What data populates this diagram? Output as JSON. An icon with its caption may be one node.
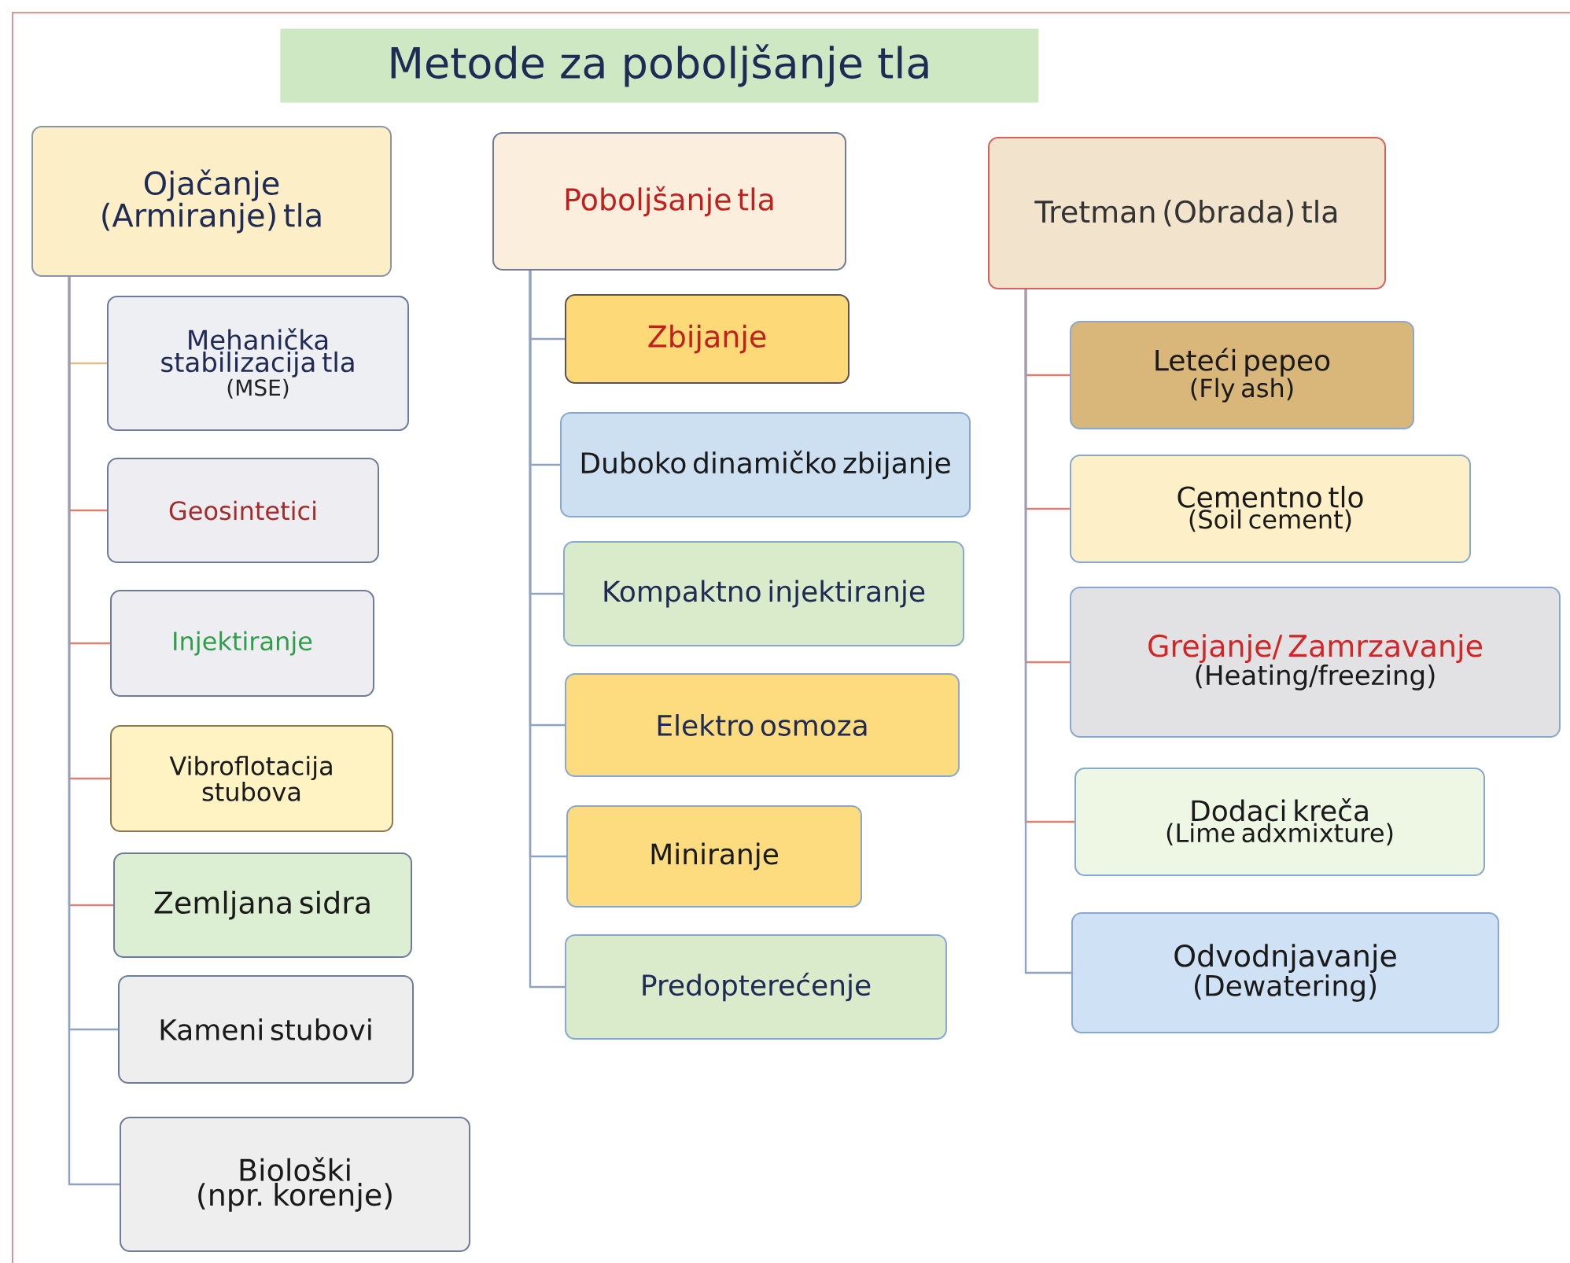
{
  "diagram": {
    "title": "Metode za poboljšanje tla",
    "nodes": [
      {
        "text": [
          "Ojačanje (Armiranje) tla"
        ]
      },
      {
        "text": [
          "Mehanička stabilizacija tla",
          "(MSE)"
        ]
      },
      {
        "text": [
          "Geosintetici"
        ]
      },
      {
        "text": [
          "Injektiranje"
        ]
      },
      {
        "text": [
          "Vibroflotacija stubova"
        ]
      },
      {
        "text": [
          "Zemljana sidra"
        ]
      },
      {
        "text": [
          "Kameni stubovi"
        ]
      },
      {
        "text": [
          "Biološki",
          "(npr. korenje)"
        ]
      },
      {
        "text": [
          "Poboljšanje tla"
        ]
      },
      {
        "text": [
          "Zbijanje"
        ]
      },
      {
        "text": [
          "Duboko dinamičko zbijanje"
        ]
      },
      {
        "text": [
          "Kompaktno injektiranje"
        ]
      },
      {
        "text": [
          "Elektro osmoza"
        ]
      },
      {
        "text": [
          "Miniranje"
        ]
      },
      {
        "text": [
          "Predopterećenje"
        ]
      },
      {
        "text": [
          "Tretman (Obrada) tla"
        ]
      },
      {
        "text": [
          "Leteći pepeo",
          "(Fly ash)"
        ]
      },
      {
        "text": [
          "Cementno tlo",
          "(Soil cement)"
        ]
      },
      {
        "text": [
          "Grejanje/ Zamrzavanje",
          "(Heating/freezing)"
        ]
      },
      {
        "text": [
          "Dodaci kreča",
          "(Lime adxmixture)"
        ]
      },
      {
        "text": [
          "Odvodnjavanje",
          "(Dewatering)"
        ]
      }
    ],
    "edges": [
      {
        "from": 0,
        "to": 1,
        "arrow": "none",
        "color": "#dcc08c"
      },
      {
        "from": 0,
        "to": 2,
        "arrow": "none",
        "color": "#d9826f"
      },
      {
        "from": 0,
        "to": 3,
        "arrow": "none",
        "color": "#d9826f"
      },
      {
        "from": 0,
        "to": 4,
        "arrow": "none",
        "color": "#d9826f"
      },
      {
        "from": 0,
        "to": 5,
        "arrow": "none",
        "color": "#d9826f"
      },
      {
        "from": 0,
        "to": 6,
        "arrow": "none"
      },
      {
        "from": 0,
        "to": 7,
        "arrow": "none"
      },
      {
        "from": 8,
        "to": 9,
        "arrow": "none"
      },
      {
        "from": 8,
        "to": 10,
        "arrow": "none"
      },
      {
        "from": 8,
        "to": 11,
        "arrow": "none"
      },
      {
        "from": 8,
        "to": 12,
        "arrow": "none"
      },
      {
        "from": 8,
        "to": 13,
        "arrow": "none"
      },
      {
        "from": 8,
        "to": 14,
        "arrow": "none"
      },
      {
        "from": 15,
        "to": 16,
        "arrow": "none",
        "color": "#d9826f"
      },
      {
        "from": 15,
        "to": 17,
        "arrow": "none",
        "color": "#d9826f"
      },
      {
        "from": 15,
        "to": 18,
        "arrow": "none",
        "color": "#d9826f"
      },
      {
        "from": 15,
        "to": 19,
        "arrow": "none",
        "color": "#d9826f"
      },
      {
        "from": 15,
        "to": 20,
        "arrow": "none"
      }
    ]
  }
}
